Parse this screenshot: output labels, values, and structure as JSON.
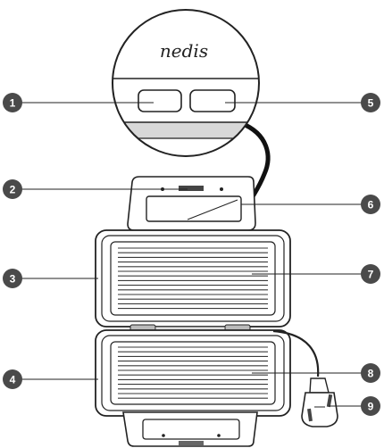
{
  "brand": {
    "logo_text": "nedis"
  },
  "callouts": [
    {
      "number": "1",
      "target": "indicator-light-left"
    },
    {
      "number": "2",
      "target": "locking-clip"
    },
    {
      "number": "3",
      "target": "upper-housing"
    },
    {
      "number": "4",
      "target": "lower-housing"
    },
    {
      "number": "5",
      "target": "indicator-light-right"
    },
    {
      "number": "6",
      "target": "handle"
    },
    {
      "number": "7",
      "target": "upper-grill-plate"
    },
    {
      "number": "8",
      "target": "lower-grill-plate"
    },
    {
      "number": "9",
      "target": "power-plug"
    }
  ],
  "colors": {
    "callout_fill": "#4a4a4a",
    "line": "#222222",
    "plate_ridge": "#3a3a3a",
    "light_grey": "#d8d8d8"
  }
}
